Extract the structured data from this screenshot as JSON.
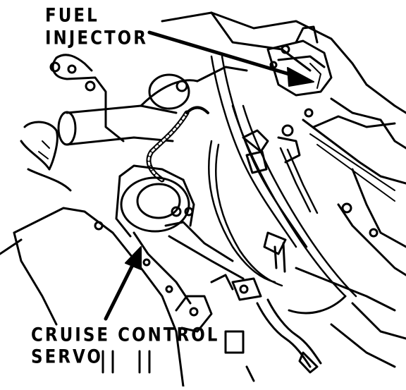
{
  "labels": {
    "fuel_injector": {
      "line1": "FUEL",
      "line2": "INJECTOR"
    },
    "cruise_control_servo": {
      "line1": "CRUISE CONTROL",
      "line2": "SERVO"
    }
  },
  "colors": {
    "ink": "#000000",
    "paper": "#ffffff"
  }
}
